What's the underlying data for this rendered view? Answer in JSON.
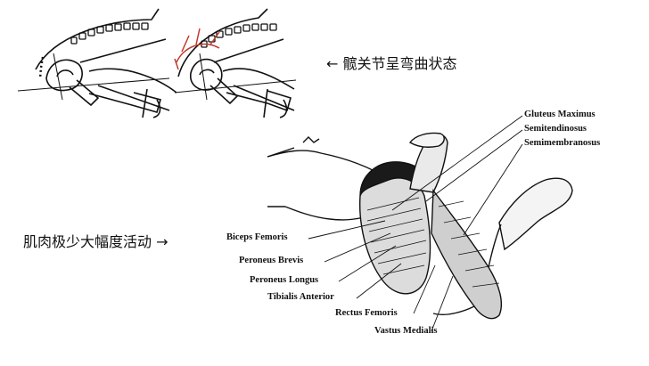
{
  "captions": {
    "hip_flexion": "← 髋关节呈弯曲状态",
    "muscle_activity": "肌肉极少大幅度活动 →"
  },
  "muscle_labels": {
    "gluteus_maximus": "Gluteus Maximus",
    "semitendinosus": "Semitendinosus",
    "semimembranosus": "Semimembranosus",
    "biceps_femoris": "Biceps Femoris",
    "peroneus_brevis": "Peroneus Brevis",
    "peroneus_longus": "Peroneus Longus",
    "tibialis_anterior": "Tibialis Anterior",
    "rectus_femoris": "Rectus Femoris",
    "vastus_medialis": "Vastus Medialis"
  },
  "colors": {
    "ink": "#111111",
    "highlight": "#c0392b",
    "dark_muscle": "#1a1a1a",
    "background": "#ffffff"
  }
}
